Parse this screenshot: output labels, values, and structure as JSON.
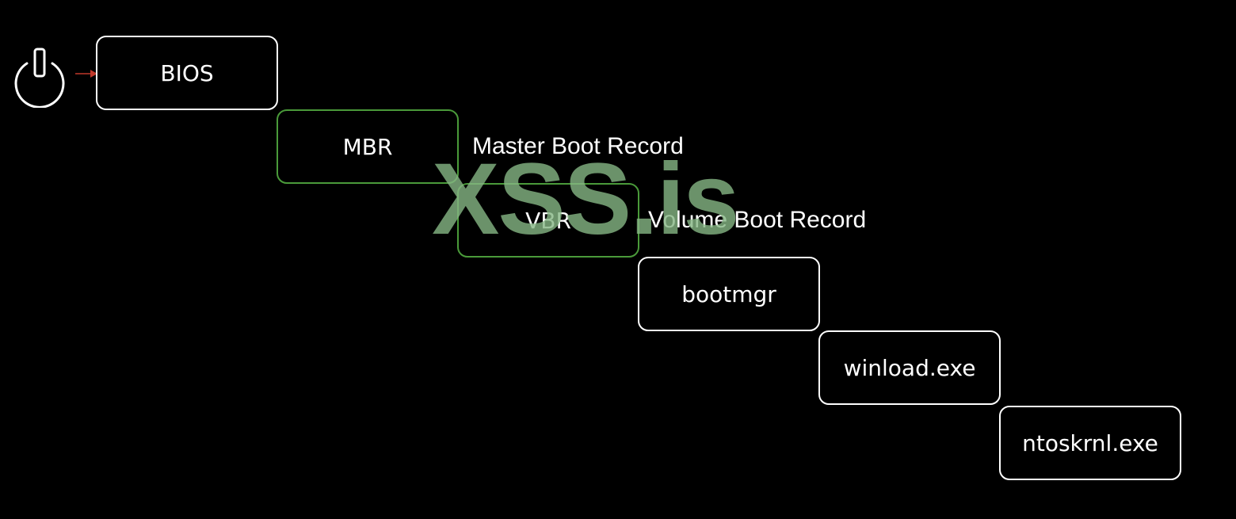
{
  "diagram": {
    "steps": [
      {
        "id": "bios",
        "label": "BIOS",
        "caption": ""
      },
      {
        "id": "mbr",
        "label": "MBR",
        "caption": "Master Boot Record"
      },
      {
        "id": "vbr",
        "label": "VBR",
        "caption": "Volume Boot Record"
      },
      {
        "id": "bootmgr",
        "label": "bootmgr",
        "caption": ""
      },
      {
        "id": "winload",
        "label": "winload.exe",
        "caption": ""
      },
      {
        "id": "ntoskrnl",
        "label": "ntoskrnl.exe",
        "caption": ""
      }
    ],
    "start_icon": "power-icon",
    "arrow_icon": "arrow-right-icon"
  },
  "watermark": {
    "text": "XSS.is"
  },
  "colors": {
    "background": "#000000",
    "box_border": "#ffffff",
    "highlight_border": "#4a9a3a",
    "arrow": "#c0392b",
    "watermark": "#86b684"
  }
}
